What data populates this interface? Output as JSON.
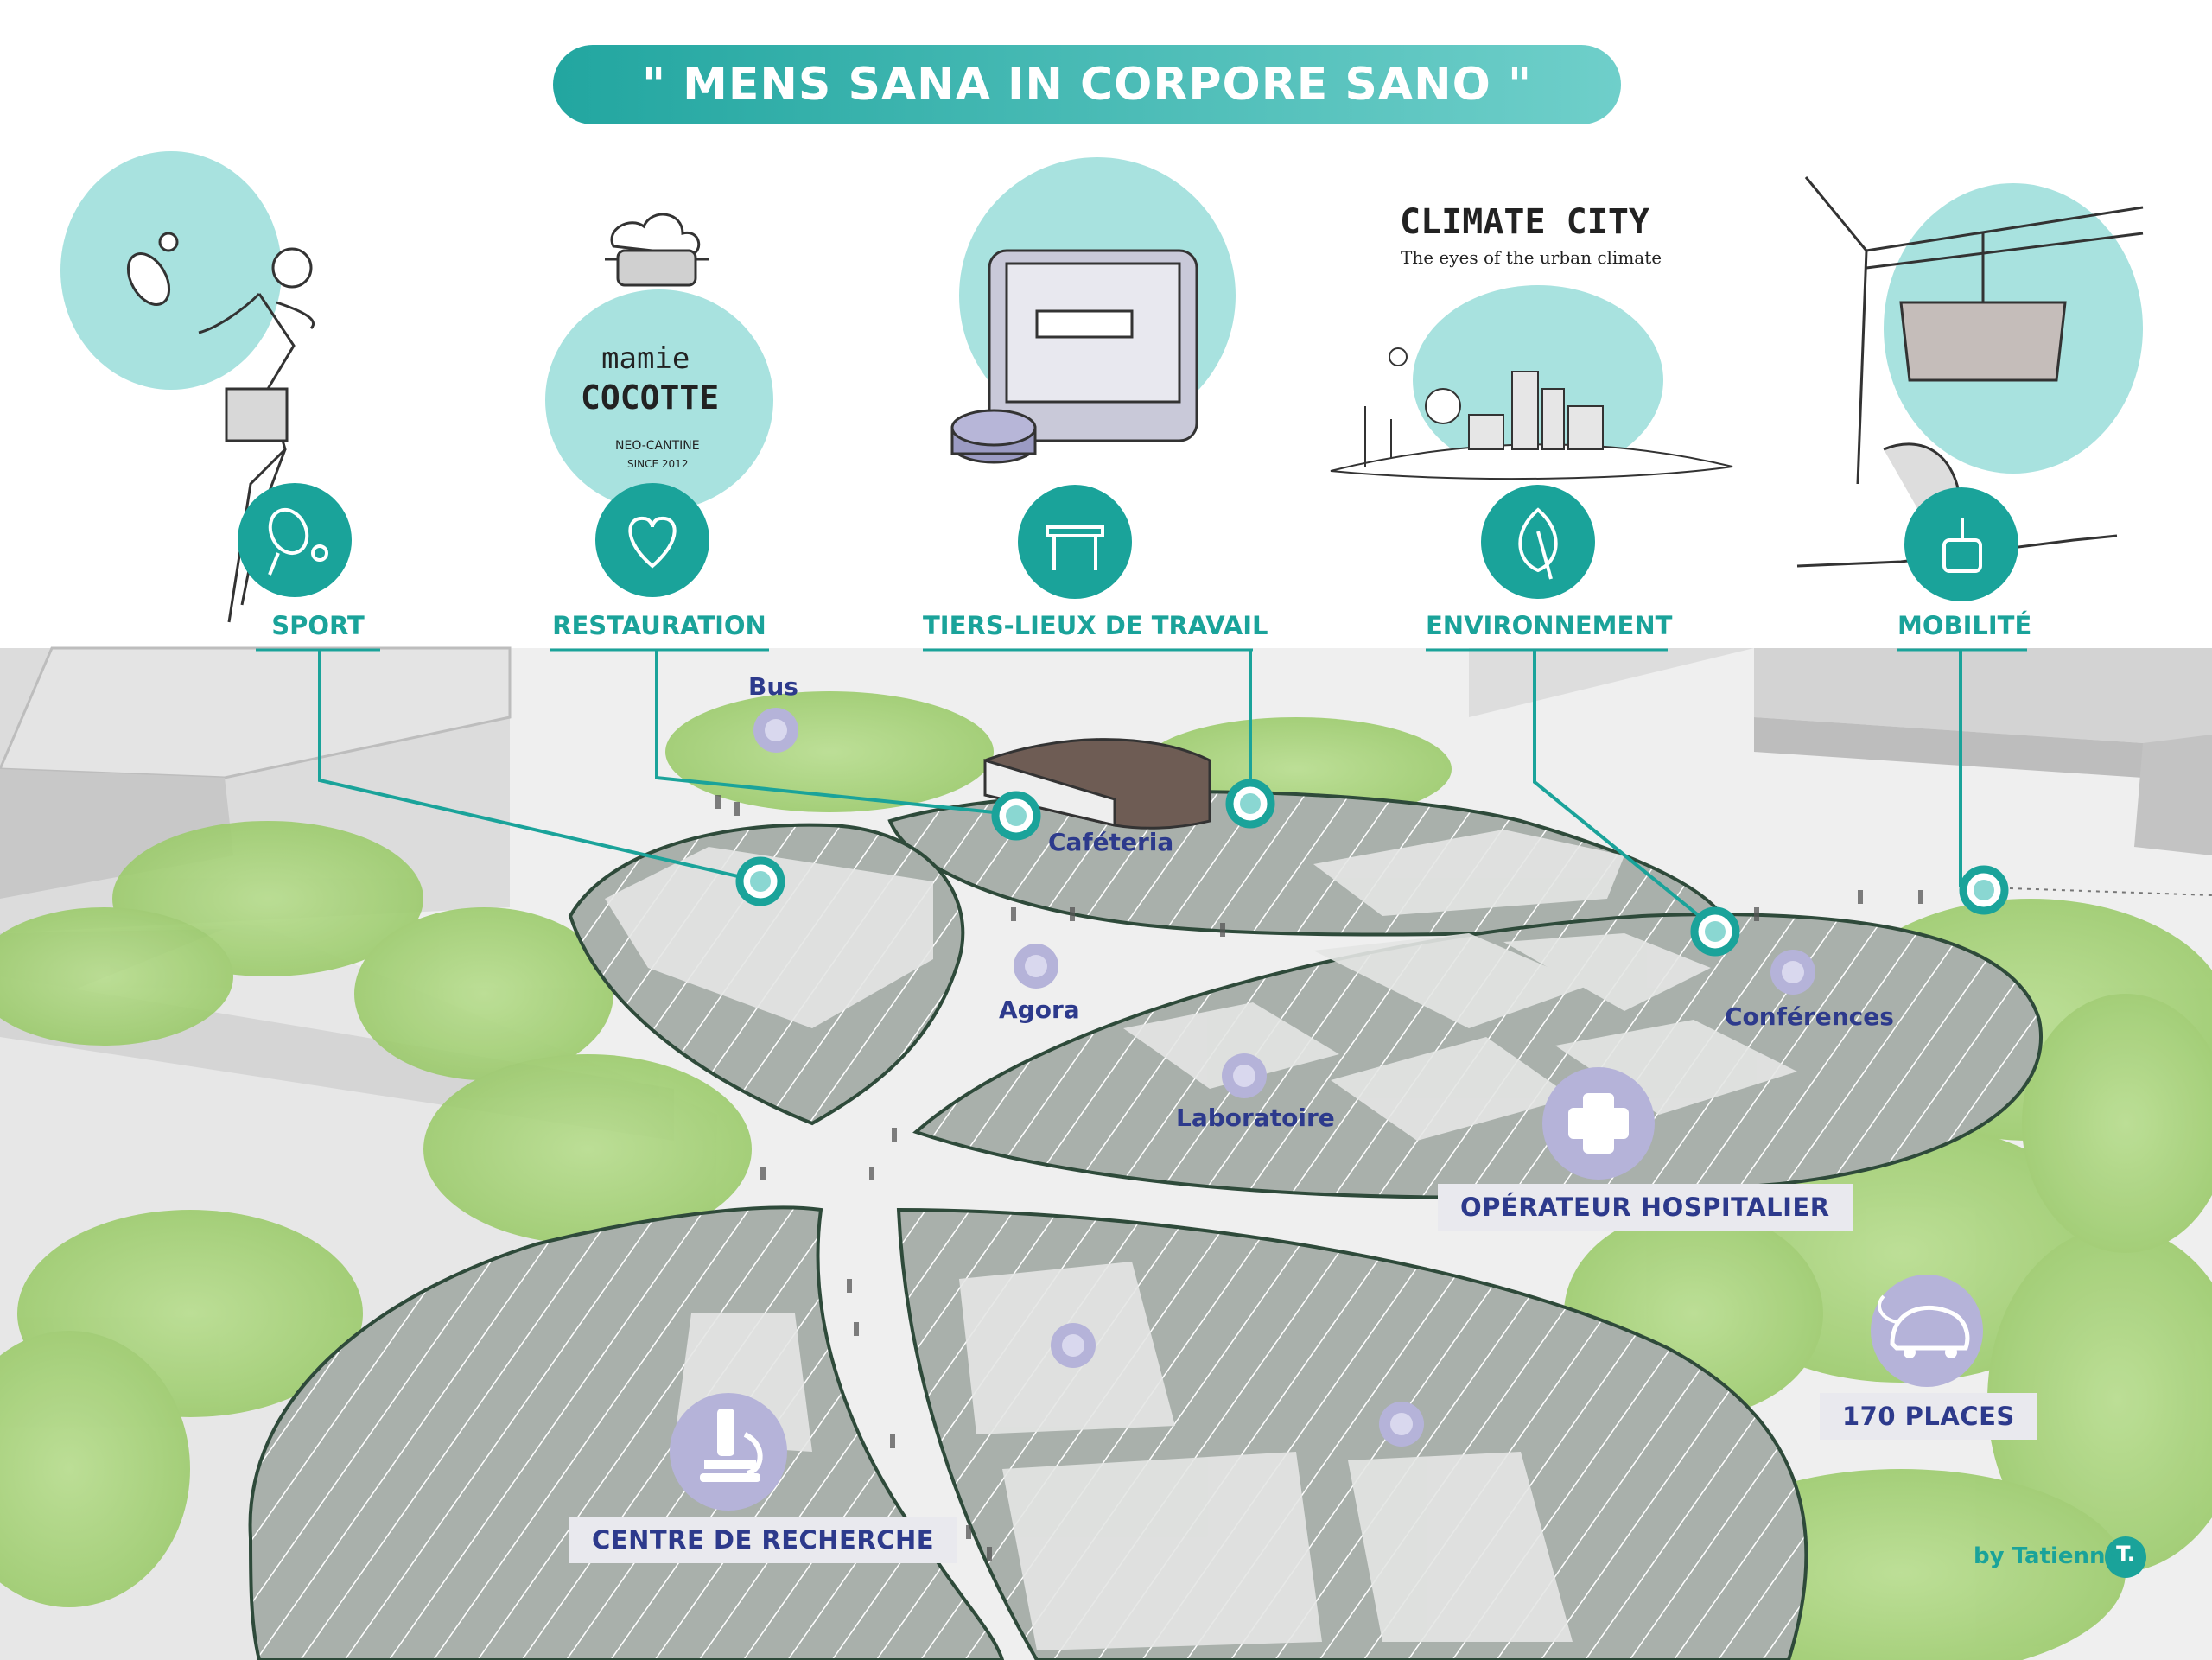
{
  "title": "\" MENS SANA IN CORPORE SANO \"",
  "categories": [
    {
      "label": "SPORT",
      "icon": "tennis-racket-icon"
    },
    {
      "label": "RESTAURATION",
      "icon": "heart-icon"
    },
    {
      "label": "TIERS-LIEUX DE TRAVAIL",
      "icon": "table-icon"
    },
    {
      "label": "ENVIRONNEMENT",
      "icon": "leaf-icon"
    },
    {
      "label": "MOBILITÉ",
      "icon": "cable-car-icon"
    }
  ],
  "cocotte_logo": {
    "line1": "mamie",
    "line2": "COCOTTE",
    "line3": "NEO-CANTINE",
    "line4": "SINCE 2012"
  },
  "climate_city": {
    "title": "CLIMATE CITY",
    "subtitle": "The eyes of the urban climate"
  },
  "places": {
    "bus": "Bus",
    "cafeteria": "Caféteria",
    "agora": "Agora",
    "conferences": "Conférences",
    "laboratoire": "Laboratoire"
  },
  "boxes": {
    "hospital": "OPÉRATEUR HOSPITALIER",
    "parking": "170 PLACES",
    "research": "CENTRE DE RECHERCHE"
  },
  "credit": {
    "text": "by Tatienne",
    "logo": "T."
  },
  "colors": {
    "teal": "#1aa39a",
    "light_teal": "#a8e2df",
    "lavender": "#b5b3d9",
    "navy": "#2d3a8c",
    "green": "#a6d47a"
  }
}
